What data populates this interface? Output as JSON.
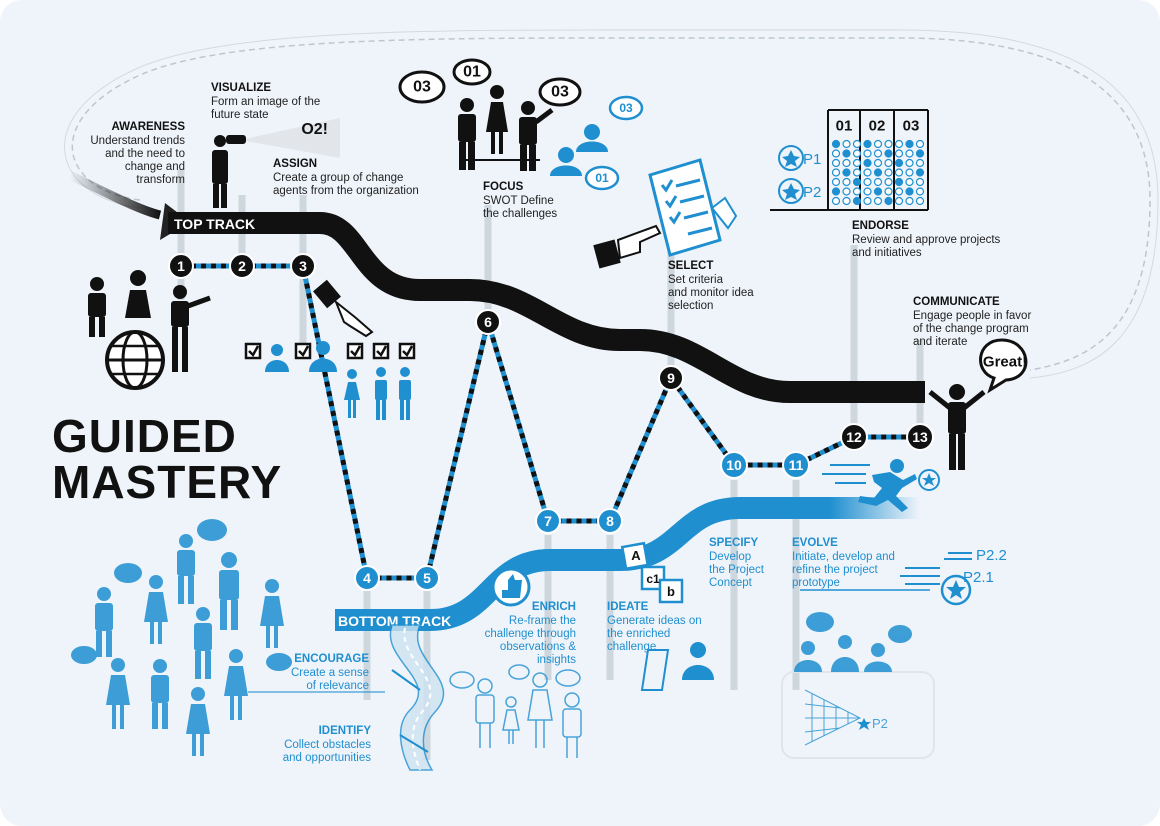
{
  "title": {
    "line1": "GUIDED",
    "line2": "MASTERY"
  },
  "tracks": {
    "top": "TOP TRACK",
    "bottom": "BOTTOM TRACK"
  },
  "steps": [
    {
      "n": "1",
      "heading": "AWARENESS",
      "lines": [
        "Understand trends",
        "and the need to",
        "change and",
        "transform"
      ]
    },
    {
      "n": "2",
      "heading": "VISUALIZE",
      "lines": [
        "Form an image of the",
        "future state"
      ]
    },
    {
      "n": "3",
      "heading": "ASSIGN",
      "lines": [
        "Create a group of change",
        "agents from the organization"
      ]
    },
    {
      "n": "4",
      "heading": "ENCOURAGE",
      "lines": [
        "Create a sense",
        "of relevance"
      ]
    },
    {
      "n": "5",
      "heading": "IDENTIFY",
      "lines": [
        "Collect obstacles",
        "and opportunities"
      ]
    },
    {
      "n": "6",
      "heading": "FOCUS",
      "lines": [
        "SWOT Define",
        "the challenges"
      ]
    },
    {
      "n": "7",
      "heading": "ENRICH",
      "lines": [
        "Re-frame the",
        "challenge through",
        "observations &",
        "insights"
      ]
    },
    {
      "n": "8",
      "heading": "IDEATE",
      "lines": [
        "Generate ideas on",
        "the enriched",
        "challenge"
      ]
    },
    {
      "n": "9",
      "heading": "SELECT",
      "lines": [
        "Set criteria",
        "and monitor idea",
        "selection"
      ]
    },
    {
      "n": "10",
      "heading": "SPECIFY",
      "lines": [
        "Develop",
        "the Project",
        "Concept"
      ]
    },
    {
      "n": "11",
      "heading": "EVOLVE",
      "lines": [
        "Initiate, develop and",
        "refine the project",
        "prototype"
      ]
    },
    {
      "n": "12",
      "heading": "ENDORSE",
      "lines": [
        "Review and approve projects",
        "and initiatives"
      ]
    },
    {
      "n": "13",
      "heading": "COMMUNICATE",
      "lines": [
        "Engage people in favor",
        "of the change program",
        "and iterate"
      ]
    }
  ],
  "bubbles": {
    "o1": "01",
    "o2": "O2!",
    "o3": "03",
    "great": "Great!"
  },
  "grid": {
    "cols": [
      "01",
      "02",
      "03"
    ],
    "rows": [
      "P1",
      "P2"
    ]
  },
  "prototypes": {
    "p21": "P2.1",
    "p22": "P2.2",
    "p2": "P2"
  },
  "cards": {
    "a": "A",
    "c1": "c1",
    "b": "b"
  },
  "colors": {
    "black": "#111111",
    "blue": "#1f8fd0",
    "bg": "#eff4fa"
  }
}
